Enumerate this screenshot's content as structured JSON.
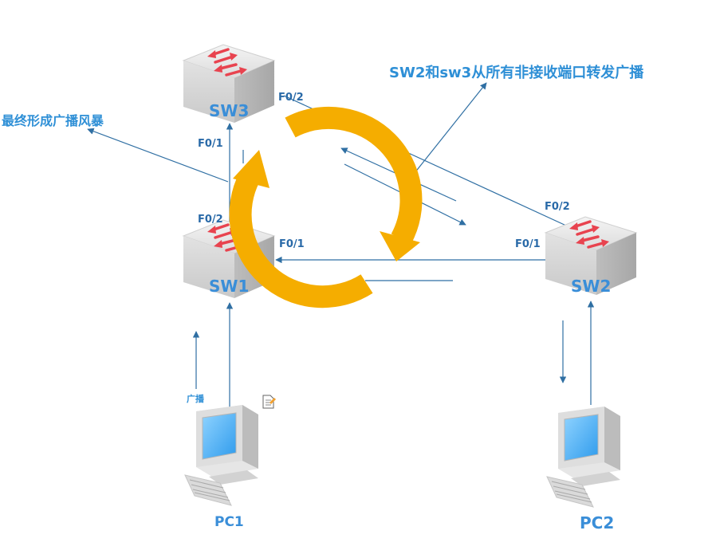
{
  "annotations": {
    "top_right": "SW2和sw3从所有非接收端口转发广播",
    "left": "最终形成广播风暴",
    "broadcast": "广播"
  },
  "switches": {
    "sw1": {
      "label": "SW1",
      "port_top": "F0/2",
      "port_right": "F0/1"
    },
    "sw2": {
      "label": "SW2",
      "port_top": "F0/2",
      "port_left": "F0/1"
    },
    "sw3": {
      "label": "SW3",
      "port_bottom": "F0/1",
      "port_right": "F0/2"
    }
  },
  "pcs": {
    "pc1": {
      "label": "PC1"
    },
    "pc2": {
      "label": "PC2"
    }
  },
  "colors": {
    "loop_arrow": "#f5ad00",
    "link_line": "#2f6fa3",
    "label_blue": "#2e8fd6",
    "switch_arrow": "#e8434f"
  },
  "icons": [
    "switch-icon",
    "computer-icon",
    "document-icon",
    "cycle-arrow-icon"
  ]
}
